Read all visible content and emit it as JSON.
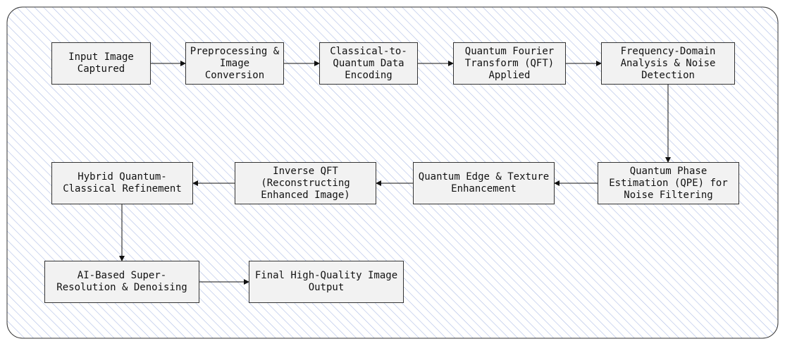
{
  "colors": {
    "frame_border": "#333333",
    "hatch": "#aebde6",
    "box_fill": "#f2f2f2",
    "box_border": "#333333",
    "arrow": "#111111"
  },
  "nodes": {
    "n1": "Input Image\nCaptured",
    "n2": "Preprocessing &\nImage\nConversion",
    "n3": "Classical-to-\nQuantum Data\nEncoding",
    "n4": "Quantum Fourier\nTransform (QFT)\nApplied",
    "n5": "Frequency-Domain\nAnalysis & Noise\nDetection",
    "n6": "Quantum Phase\nEstimation (QPE) for\nNoise Filtering",
    "n7": "Quantum Edge & Texture\nEnhancement",
    "n8": "Inverse QFT\n(Reconstructing\nEnhanced Image)",
    "n9": "Hybrid Quantum-\nClassical Refinement",
    "n10": "AI-Based Super-\nResolution & Denoising",
    "n11": "Final High-Quality Image\nOutput"
  }
}
